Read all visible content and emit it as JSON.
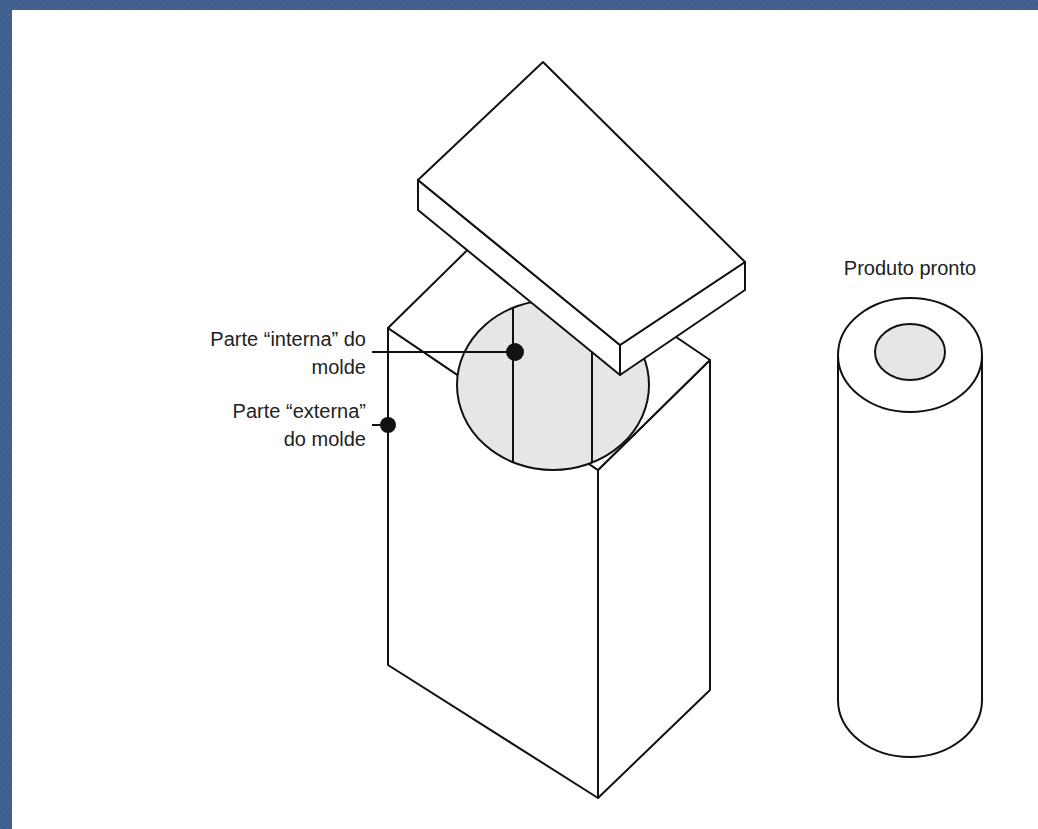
{
  "diagram": {
    "labels": [
      "Parte “interna” do molde",
      "Parte “externa” do molde",
      "Produto pronto"
    ]
  }
}
